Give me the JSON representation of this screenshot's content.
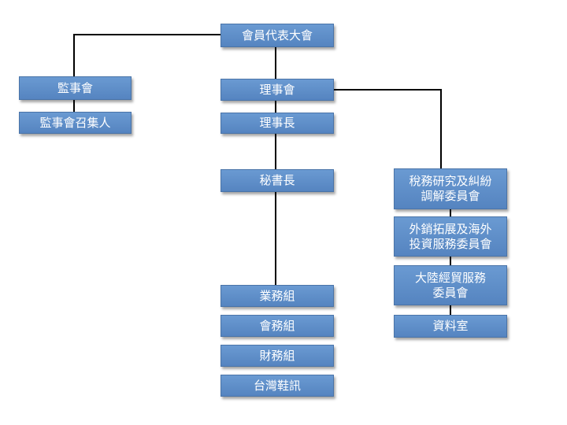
{
  "org_chart": {
    "top": "會員代表大會",
    "supervisors": "監事會",
    "supervisor_convener": "監事會召集人",
    "directors": "理事會",
    "chairman": "理事長",
    "secretary_general": "秘書長",
    "sections": [
      "業務組",
      "會務組",
      "財務組",
      "台灣鞋訊"
    ],
    "committees": [
      [
        "稅務研究及糾紛",
        "調解委員會"
      ],
      [
        "外銷拓展及海外",
        "投資服務委員會"
      ],
      [
        "大陸經貿服務",
        "委員會"
      ],
      [
        "資料室"
      ]
    ]
  }
}
